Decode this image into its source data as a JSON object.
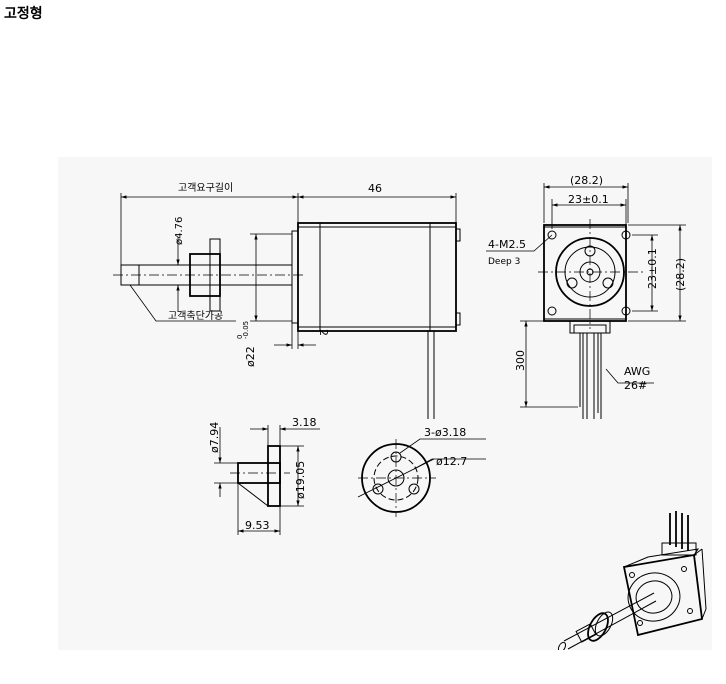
{
  "title": "고정형",
  "labels": {
    "fix_length": "고객요구길이",
    "body_length": "46",
    "shaft_dia": "ø4.76",
    "fix_step": "고객축단가공",
    "boss_dia": "ø22",
    "boss_tol_upper": "0",
    "boss_tol_lower": "-0.05",
    "boss_height": "2",
    "frame_outer": "(28.2)",
    "hole_pitch_h": "23±0.1",
    "hole_pitch_v": "23±0.1",
    "frame_outer_v": "(28.2)",
    "mount_holes": "4-M2.5",
    "mount_depth": "Deep 3",
    "lead_length": "300",
    "wire_gauge_1": "AWG",
    "wire_gauge_2": "26#",
    "nut_dia": "ø7.94",
    "nut_flange_thk": "3.18",
    "nut_flange_dia": "ø19.05",
    "nut_length": "9.53",
    "nut_holes": "3-ø3.18",
    "nut_pcd": "ø12.7"
  }
}
